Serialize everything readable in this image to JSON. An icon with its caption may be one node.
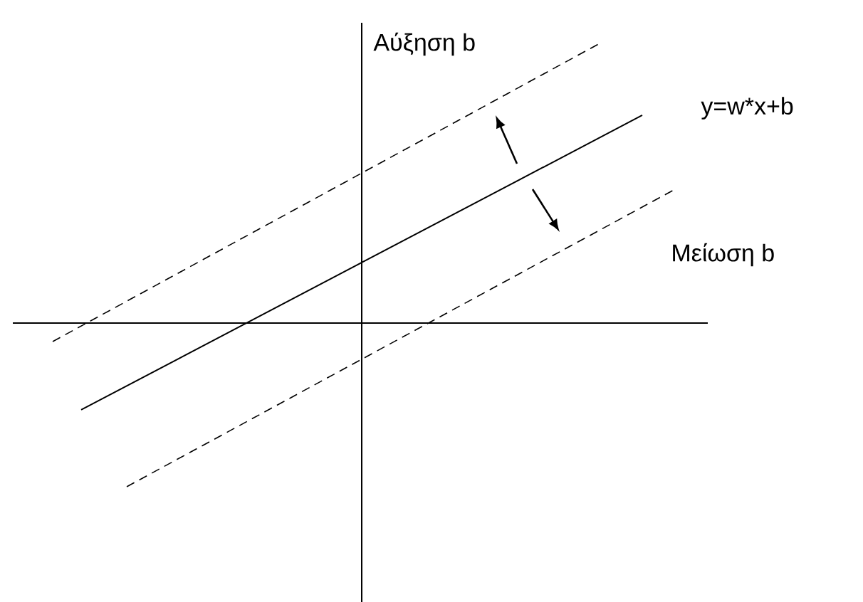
{
  "diagram": {
    "labels": [
      "Αύξηση b",
      "y=w*x+b",
      "Μείωση b"
    ]
  }
}
